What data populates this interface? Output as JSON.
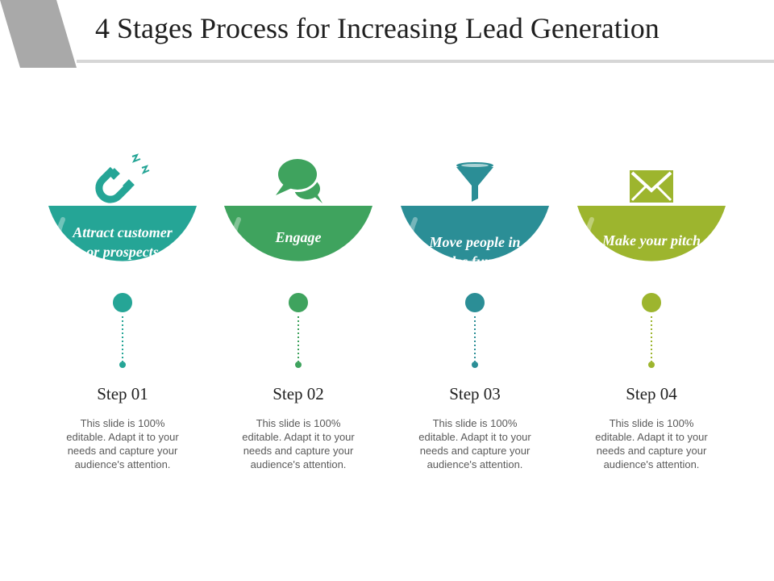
{
  "title": "4 Stages Process for Increasing Lead Generation",
  "stages": [
    {
      "label": "Attract customer or prospects",
      "step": "Step 01",
      "description": "This slide is 100% editable. Adapt it to your needs and capture your audience's attention.",
      "color": "#25A596",
      "icon": "magnet-icon"
    },
    {
      "label": "Engage",
      "step": "Step 02",
      "description": "This slide is 100% editable. Adapt it to your needs and capture your audience's attention.",
      "color": "#3FA35E",
      "icon": "chat-bubbles-icon"
    },
    {
      "label": "Move people in sales funnel",
      "step": "Step 03",
      "description": "This slide is 100% editable. Adapt it to your needs and capture your audience's attention.",
      "color": "#2B8E96",
      "icon": "funnel-icon"
    },
    {
      "label": "Make your pitch",
      "step": "Step 04",
      "description": "This slide is 100% editable. Adapt it to your needs and capture your audience's attention.",
      "color": "#9DB52E",
      "icon": "envelope-icon"
    }
  ]
}
